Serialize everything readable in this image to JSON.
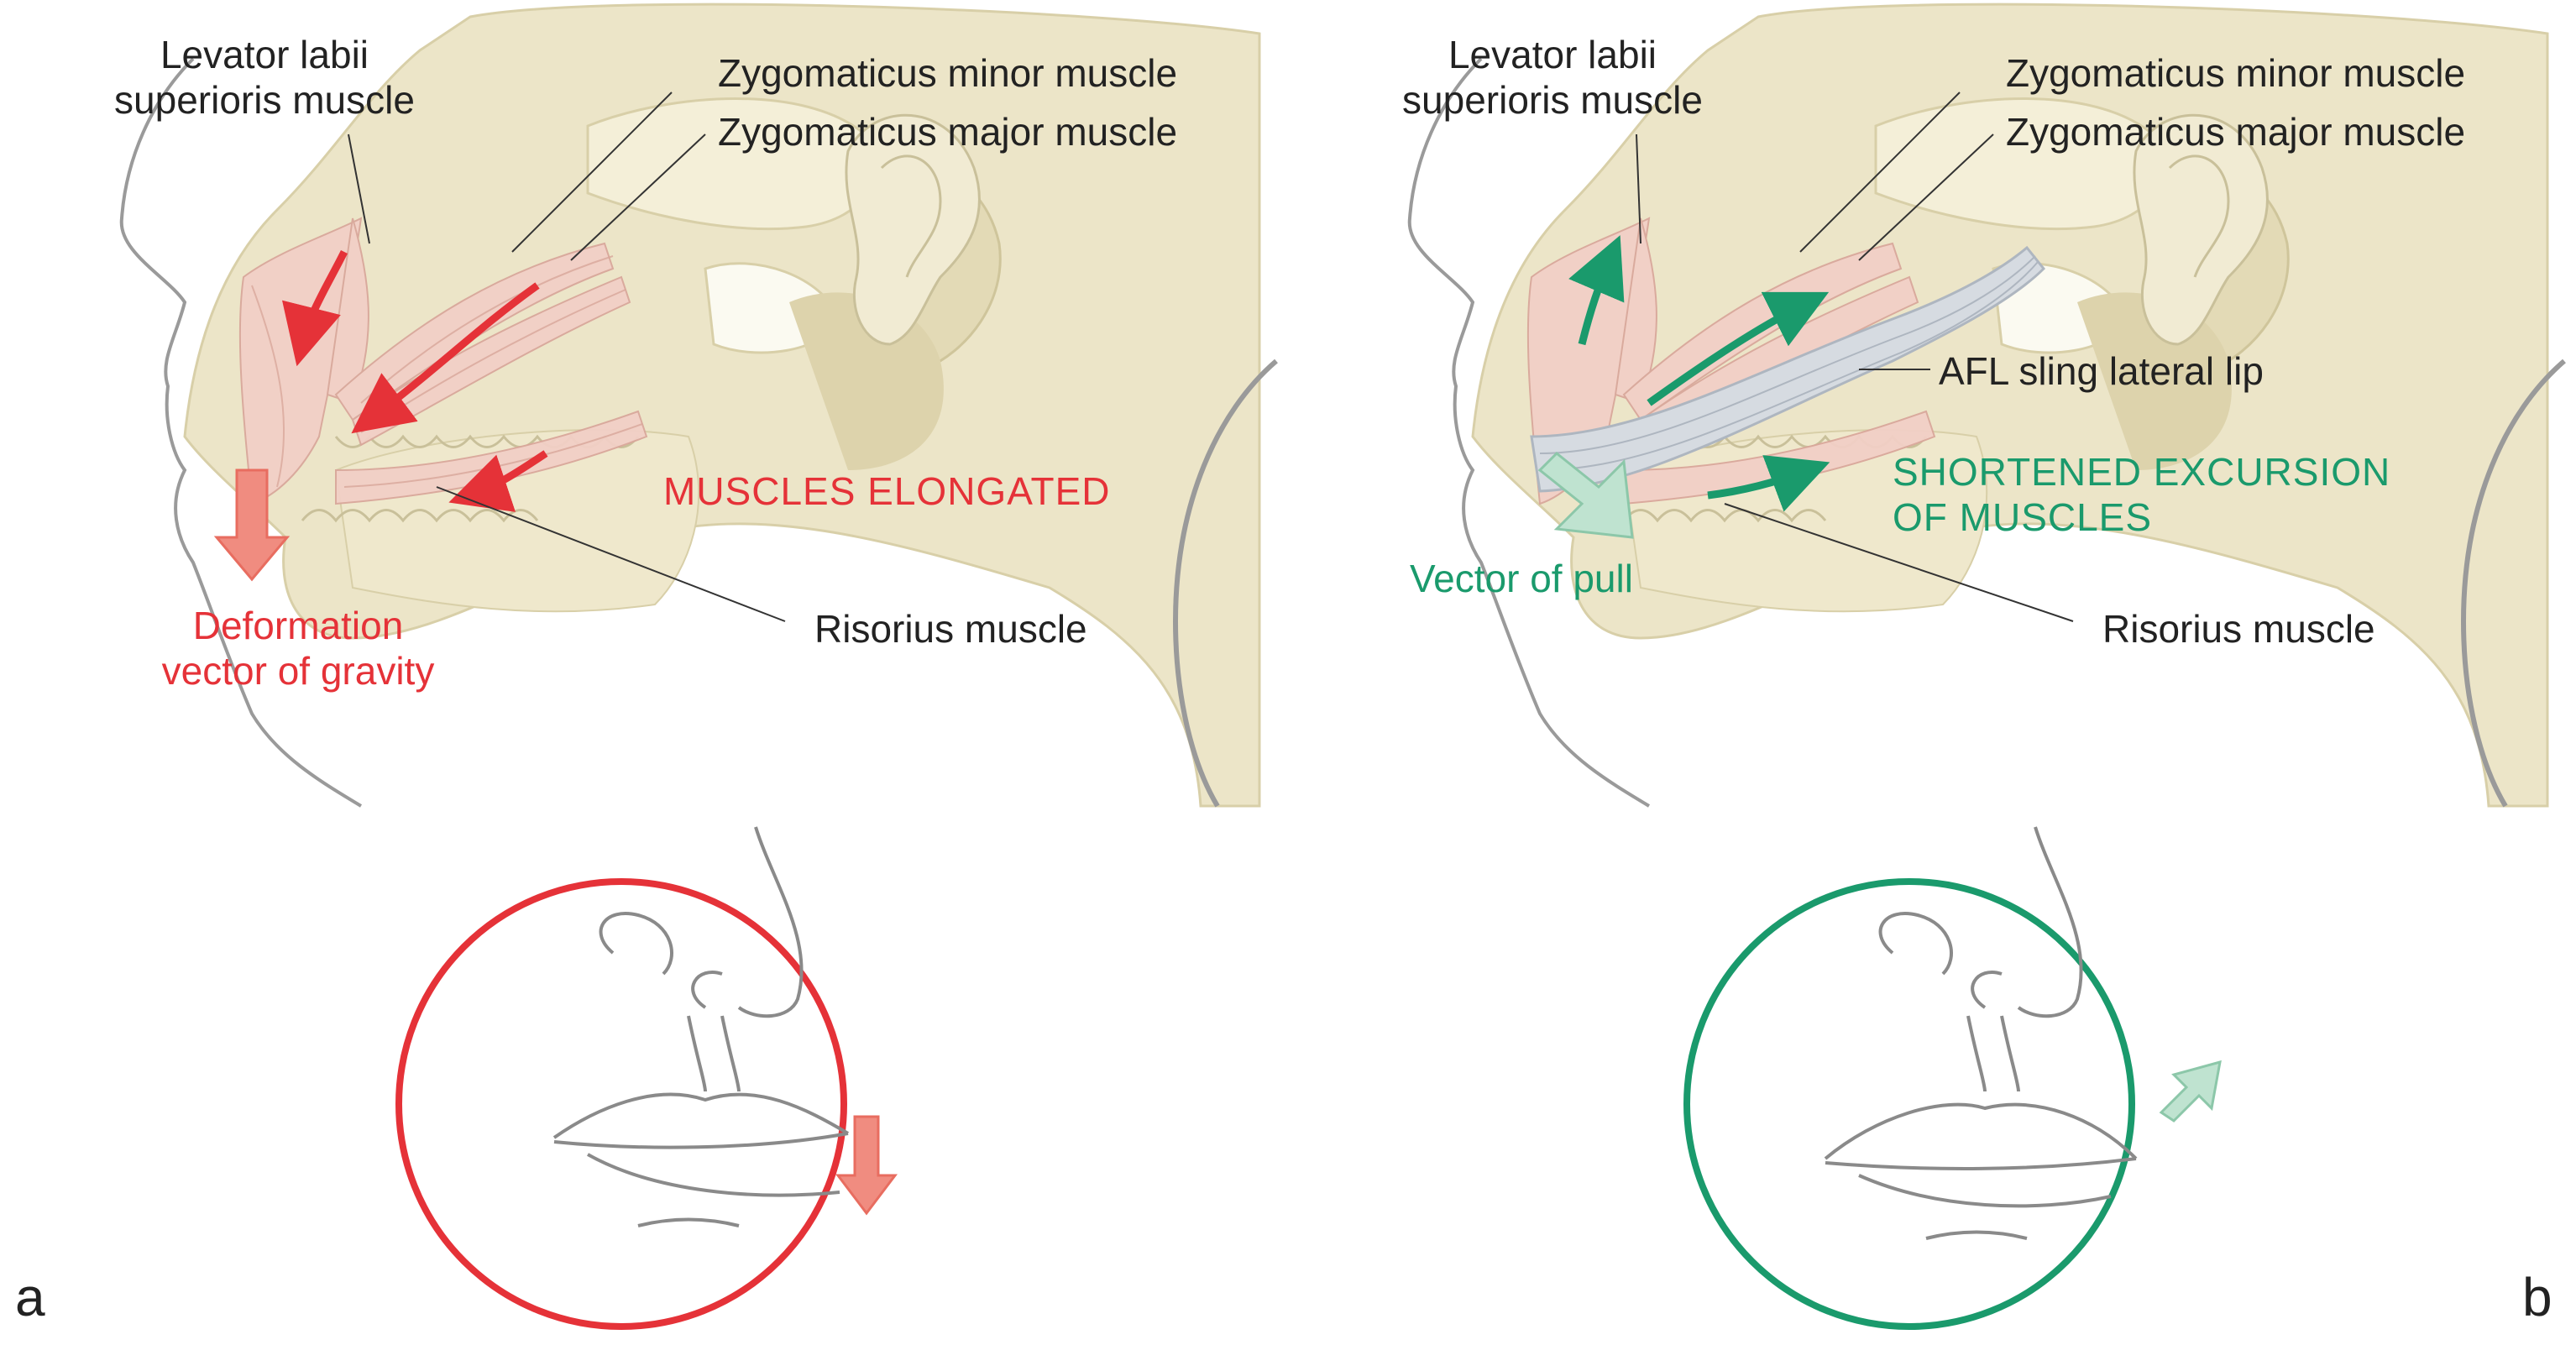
{
  "colors": {
    "bone": "#ece5c8",
    "bone_dark": "#dcd3ad",
    "skin_outline": "#8a8a8a",
    "muscle": "#f2cfc6",
    "muscle_line": "#d9a79b",
    "red": "#e53238",
    "red_arrow_fill": "#f08c80",
    "green": "#1a9a6c",
    "green_arrow_fill": "#bfe3d0",
    "sling": "#d6dbe1"
  },
  "panel_a": {
    "letter": "a",
    "labels": {
      "levator_line1": "Levator labii",
      "levator_line2": "superioris muscle",
      "zyg_minor": "Zygomaticus minor muscle",
      "zyg_major": "Zygomaticus major muscle",
      "muscles_elongated": "MUSCLES ELONGATED",
      "deformation_line1": "Deformation",
      "deformation_line2": "vector of gravity",
      "risorius": "Risorius muscle"
    },
    "icons": {
      "arrow": "red-down-arrow-icon",
      "circle": "red-circle-icon"
    }
  },
  "panel_b": {
    "letter": "b",
    "labels": {
      "levator_line1": "Levator labii",
      "levator_line2": "superioris muscle",
      "zyg_minor": "Zygomaticus minor muscle",
      "zyg_major": "Zygomaticus major muscle",
      "afl_sling": "AFL sling lateral lip",
      "shortened_line1": "SHORTENED EXCURSION",
      "shortened_line2": "OF MUSCLES",
      "vector_pull": "Vector of pull",
      "risorius": "Risorius muscle"
    },
    "icons": {
      "arrow": "green-up-right-arrow-icon",
      "circle": "green-circle-icon"
    }
  }
}
